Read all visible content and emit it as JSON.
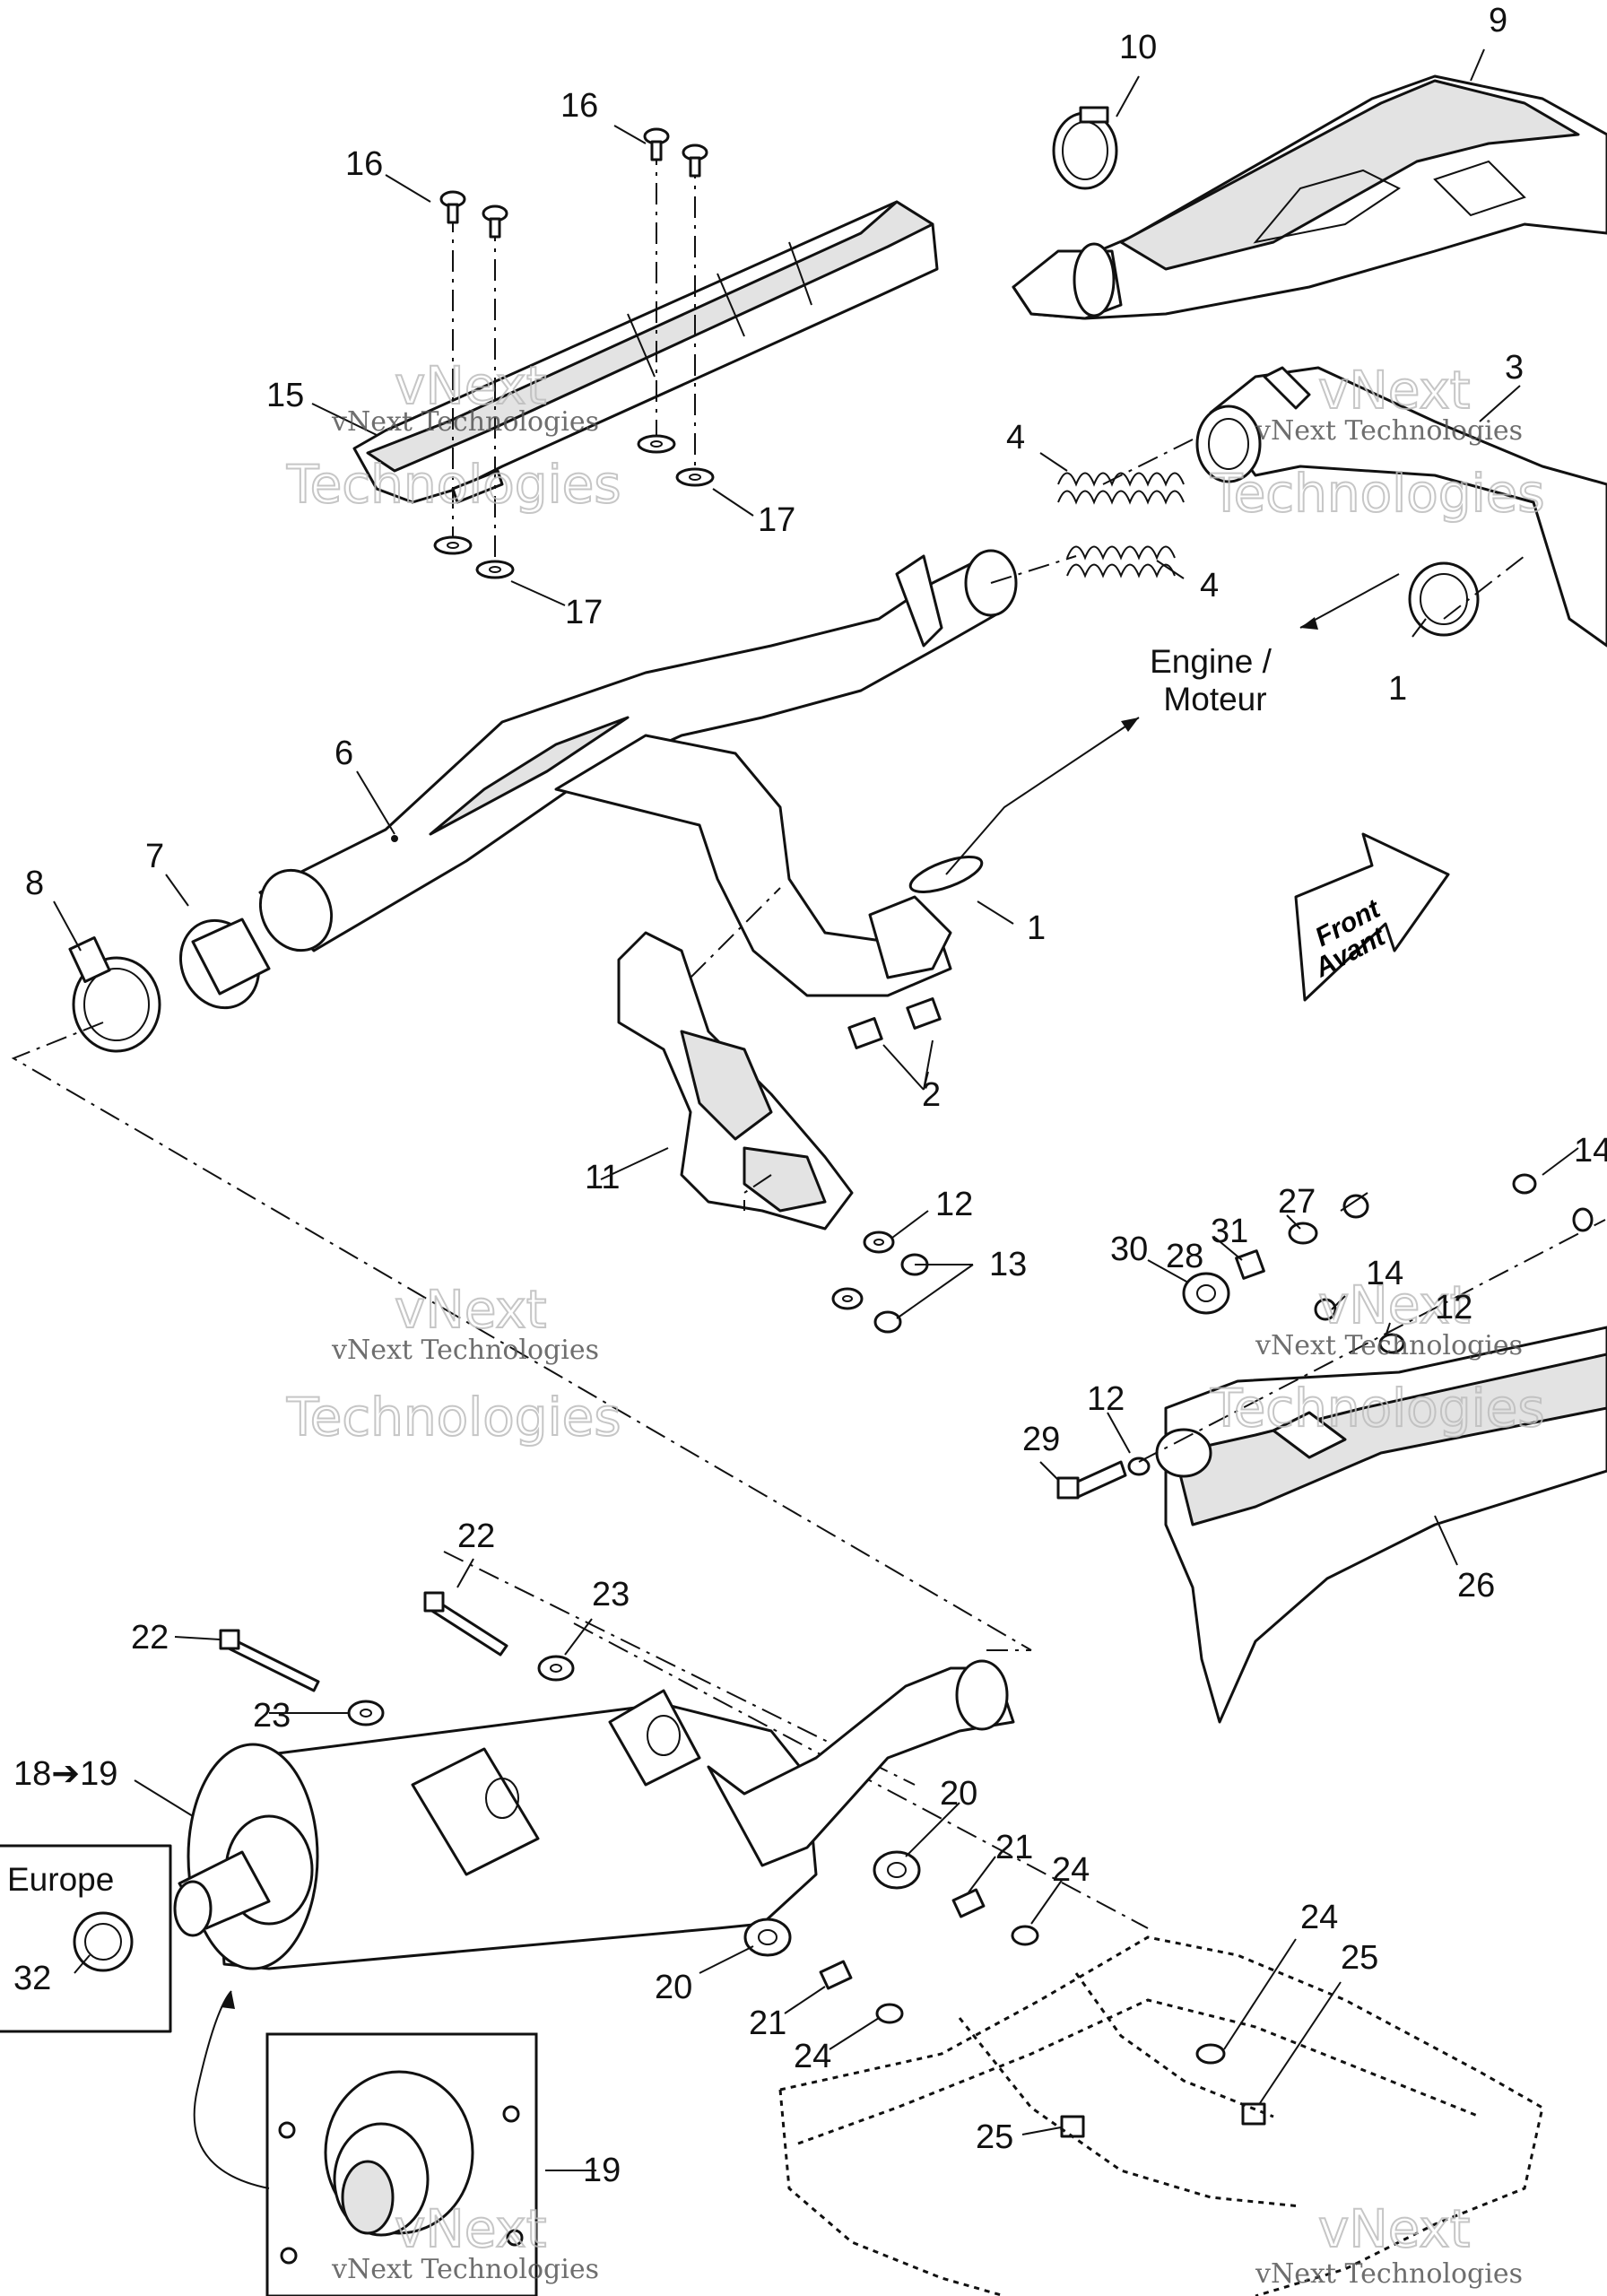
{
  "callouts": {
    "c1a": "1",
    "c1b": "1",
    "c2": "2",
    "c3": "3",
    "c4a": "4",
    "c4b": "4",
    "c6": "6",
    "c7": "7",
    "c8": "8",
    "c9": "9",
    "c10": "10",
    "c11": "11",
    "c12a": "12",
    "c12b": "12",
    "c12c": "12",
    "c13": "13",
    "c14a": "14",
    "c14b": "14",
    "c15": "15",
    "c16a": "16",
    "c16b": "16",
    "c17a": "17",
    "c17b": "17",
    "c18": "18➔19",
    "c19a": "19",
    "c20a": "20",
    "c20b": "20",
    "c21a": "21",
    "c21b": "21",
    "c22a": "22",
    "c22b": "22",
    "c23a": "23",
    "c23b": "23",
    "c24a": "24",
    "c24b": "24",
    "c24c": "24",
    "c25a": "25",
    "c25b": "25",
    "c26": "26",
    "c27": "27",
    "c28": "28",
    "c29": "29",
    "c30": "30",
    "c31": "31",
    "c32": "32"
  },
  "labels": {
    "engine_line1": "Engine /",
    "engine_line2": "Moteur",
    "front_line1": "Front",
    "front_line2": "Avant",
    "europe": "Europe"
  },
  "watermark": {
    "line1": "vNext",
    "line2": "vNext Technologies",
    "line3": "Technologies"
  }
}
